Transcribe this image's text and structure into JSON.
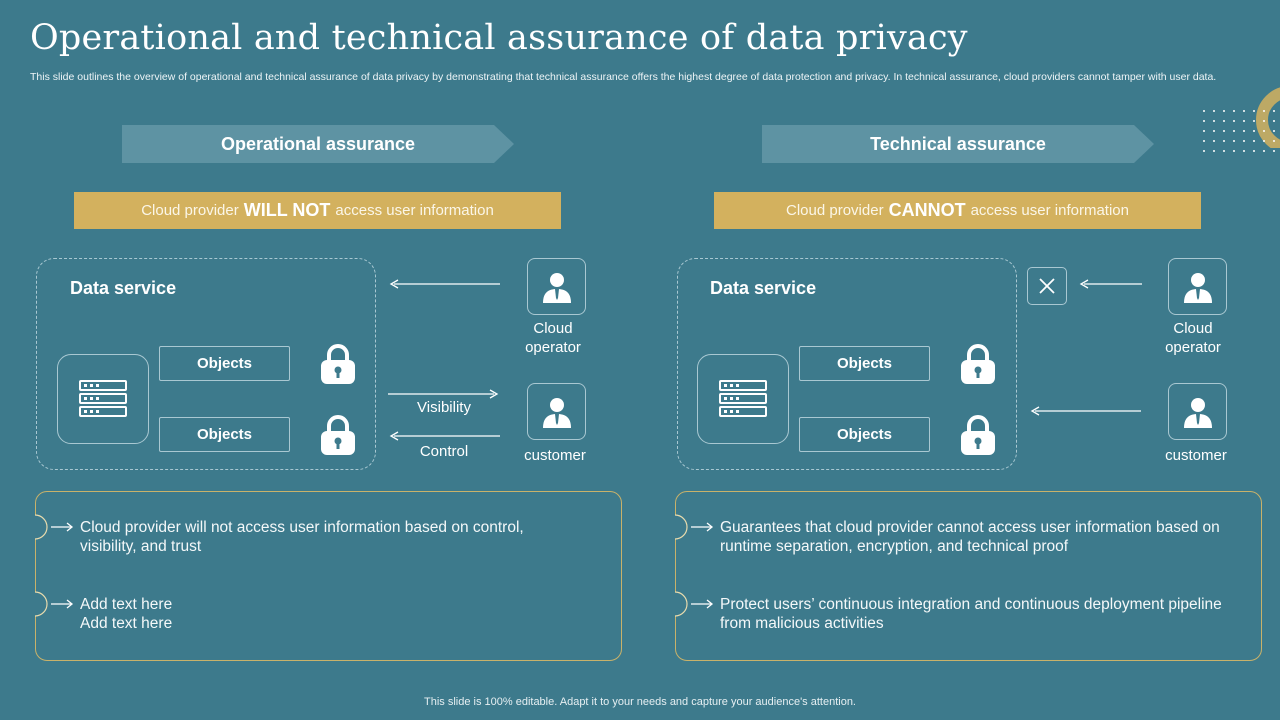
{
  "title": "Operational and technical assurance of data privacy",
  "subtitle": "This slide outlines the overview of operational and technical assurance of data privacy by demonstrating that technical assurance offers the highest degree of data protection and privacy. In technical assurance, cloud providers cannot tamper with user data.",
  "footer": "This slide is 100% editable. Adapt it to your needs and capture your audience's attention.",
  "colors": {
    "background": "#3d7a8c",
    "accent_gold": "#d3b15e",
    "banner": "#5e93a3",
    "panel_border": "#c9b26a"
  },
  "operational": {
    "heading": "Operational assurance",
    "claim_pre": "Cloud provider",
    "claim_em": "WILL NOT",
    "claim_post": "access user information",
    "data_service": "Data service",
    "objects": [
      "Objects",
      "Objects"
    ],
    "roles": {
      "operator": "Cloud operator",
      "customer": "customer"
    },
    "flows": {
      "visibility": "Visibility",
      "control": "Control"
    },
    "bullets": [
      "Cloud provider will not access user information based on control, visibility, and trust",
      "Add text here\nAdd text here"
    ],
    "icons": [
      "server-icon",
      "lock-icon",
      "user-icon",
      "arrow-icon"
    ]
  },
  "technical": {
    "heading": "Technical assurance",
    "claim_pre": "Cloud provider",
    "claim_em": "CANNOT",
    "claim_post": "access user information",
    "data_service": "Data service",
    "objects": [
      "Objects",
      "Objects"
    ],
    "roles": {
      "operator": "Cloud operator",
      "customer": "customer"
    },
    "bullets": [
      "Guarantees that cloud provider cannot access user information based on runtime separation, encryption, and technical proof",
      "Protect users’ continuous integration and continuous deployment pipeline from malicious activities"
    ],
    "icons": [
      "server-icon",
      "lock-icon",
      "user-icon",
      "close-icon",
      "arrow-icon"
    ]
  }
}
